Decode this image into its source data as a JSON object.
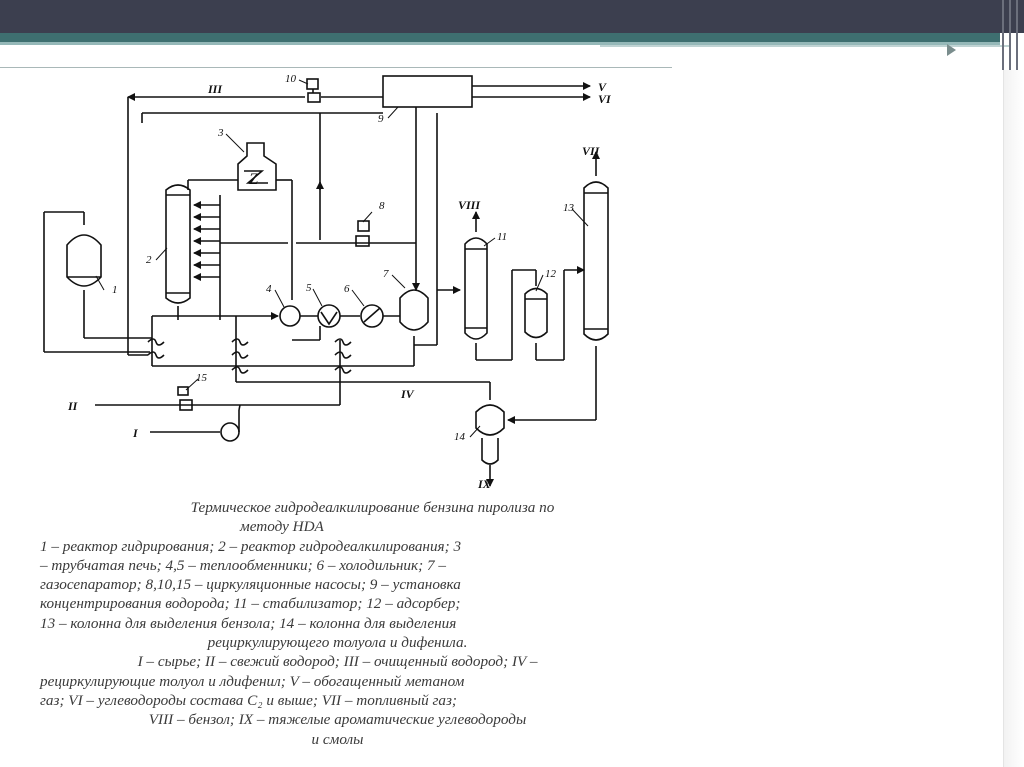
{
  "figure": {
    "equipment_labels": [
      "1",
      "2",
      "3",
      "4",
      "5",
      "6",
      "7",
      "8",
      "9",
      "10",
      "11",
      "12",
      "13",
      "14",
      "15"
    ],
    "stream_labels": {
      "s1": "I",
      "s2": "II",
      "s3": "III",
      "s4": "IV",
      "s5": "V",
      "s6": "VI",
      "s7": "VII",
      "s8": "VIII",
      "s9": "IX"
    },
    "heater_symbol": "Z"
  },
  "caption": {
    "line1": "Термическое гидродеалкилирование бензина пиролиза по",
    "line2": "методу HDA",
    "line3": "1 – реактор гидрирования; 2 – реактор гидродеалкилирования; 3",
    "line4": "– трубчатая печь; 4,5 – теплообменники; 6 – холодильник; 7 –",
    "line5": "газосепаратор; 8,10,15 – циркуляционные насосы; 9 – установка",
    "line6": "концентрирования водорода; 11 – стабилизатор; 12 – адсорбер;",
    "line7": "13 – колонна для выделения бензола; 14 – колонна для выделения",
    "line8": "рециркулирующего толуола и дифенила.",
    "line9": "I – сырье; II – свежий водород; III – очищенный водород; IV –",
    "line10": "рециркулирующие толуол и лдифенил; V – обогащенный метаном",
    "line11": "газ; VI – углеводороды состава С₂ и выше; VII – топливный газ;",
    "line12": "VIII – бензол; IX – тяжелые ароматические углеводороды",
    "line13": "и смолы"
  }
}
